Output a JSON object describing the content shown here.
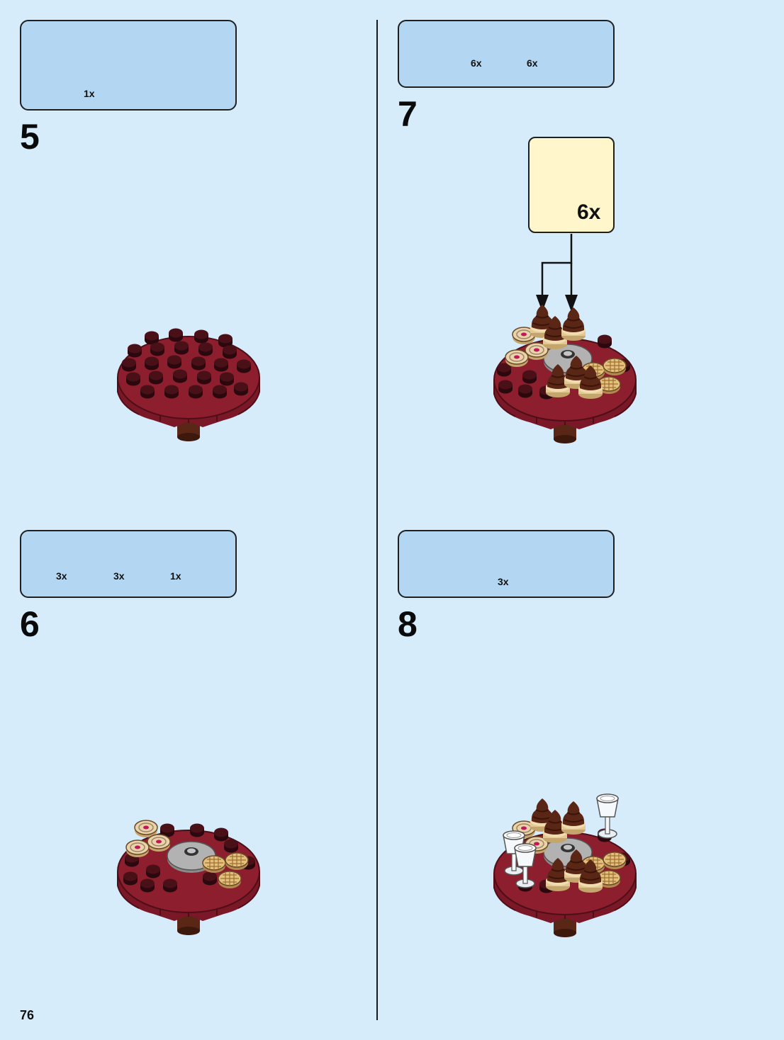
{
  "page": {
    "number": "76"
  },
  "steps": [
    {
      "number": "5",
      "parts": [
        {
          "name": "round-plate-dark-red",
          "qty": "1x"
        }
      ]
    },
    {
      "number": "6",
      "parts": [
        {
          "name": "cookie-tile",
          "qty": "3x"
        },
        {
          "name": "waffle-tile",
          "qty": "3x"
        },
        {
          "name": "round-tile-grey",
          "qty": "1x"
        }
      ]
    },
    {
      "number": "7",
      "parts": [
        {
          "name": "tan-round-plate",
          "qty": "6x"
        },
        {
          "name": "chocolate-swirl",
          "qty": "6x"
        }
      ],
      "callout": {
        "qty": "6x"
      }
    },
    {
      "number": "8",
      "parts": [
        {
          "name": "glass-goblet",
          "qty": "3x"
        }
      ]
    }
  ],
  "colors": {
    "background": "#d6ecfb",
    "parts_box": "#b3d7f2",
    "callout": "#fff6cc",
    "dark_red": "#8c1e2e",
    "stud": "#2a080d",
    "brown": "#5a2616",
    "tan": "#e3c896",
    "grey": "#9c9c9c",
    "arrow_red": "#d2202a"
  }
}
